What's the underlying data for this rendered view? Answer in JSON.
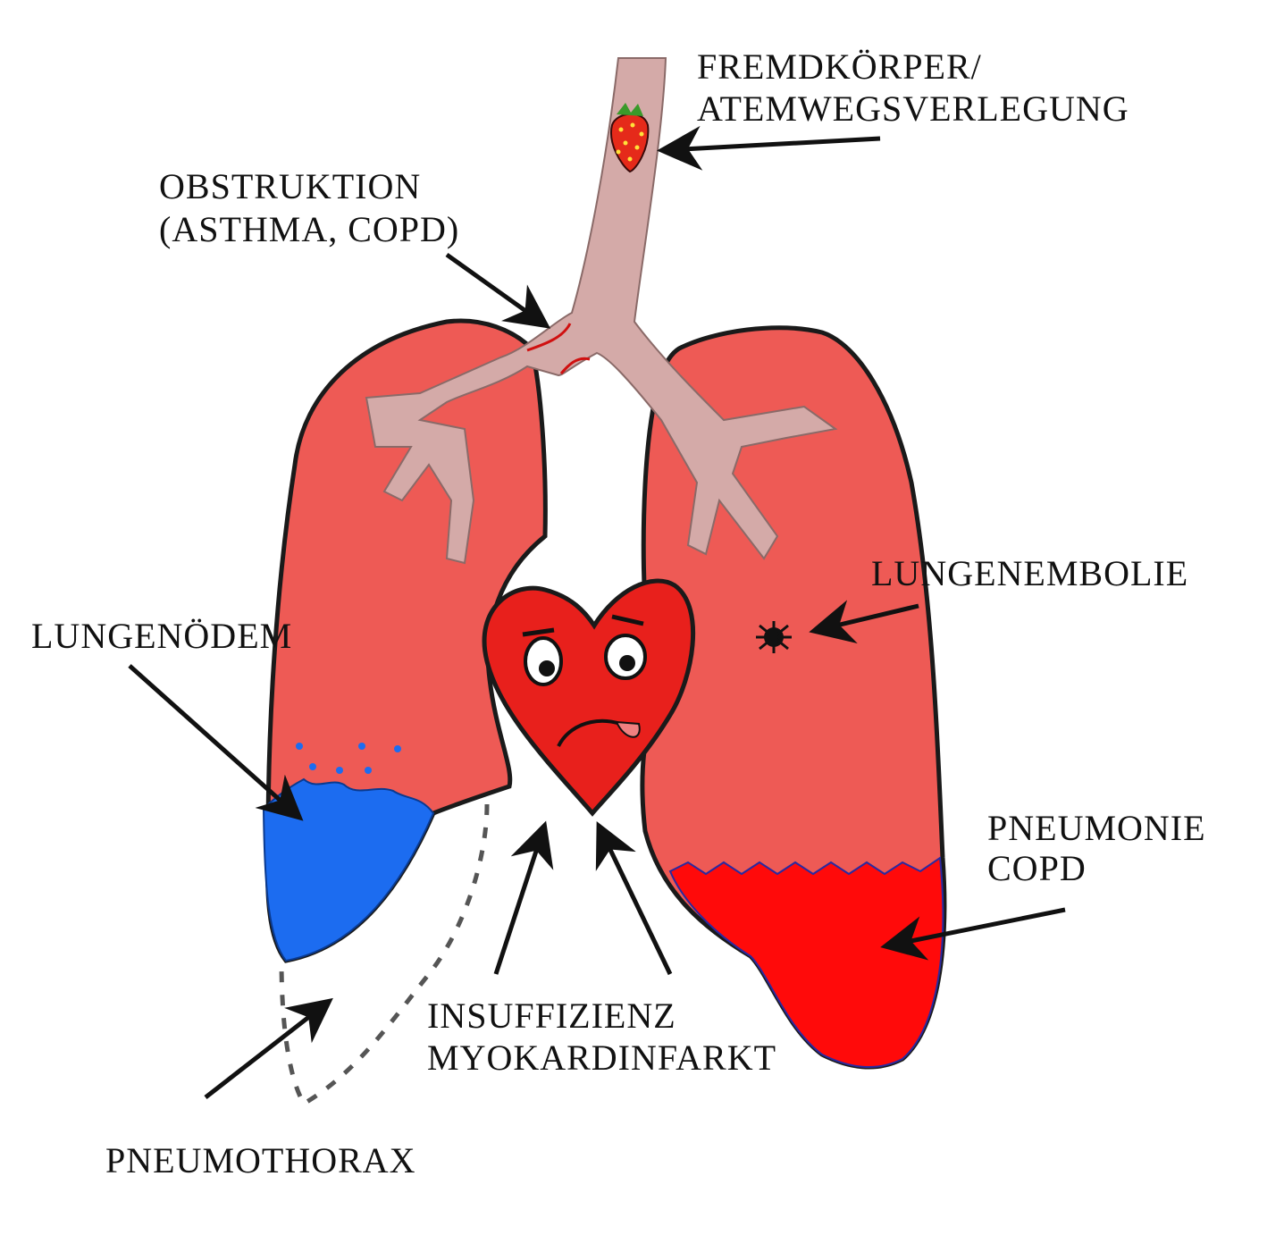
{
  "labels": {
    "foreign_body_line1": "FREMDKÖRPER/",
    "foreign_body_line2": "ATEMWEGSVERLEGUNG",
    "obstruction_line1": "OBSTRUKTION",
    "obstruction_line2": "(ASTHMA, COPD)",
    "embolism": "LUNGENEMBOLIE",
    "edema": "LUNGENÖDEM",
    "pneumonia_line1": "PNEUMONIE",
    "pneumonia_line2": "COPD",
    "heart_line1": "INSUFFIZIENZ",
    "heart_line2": "MYOKARDINFARKT",
    "pneumothorax": "PNEUMOTHORAX"
  },
  "colors": {
    "lung": "#ee5a55",
    "trachea": "#d4aaa8",
    "heart": "#e8201c",
    "edema_water": "#1c6cf0",
    "pneumonia": "#ff0a0a",
    "outline": "#1a1a1a"
  }
}
